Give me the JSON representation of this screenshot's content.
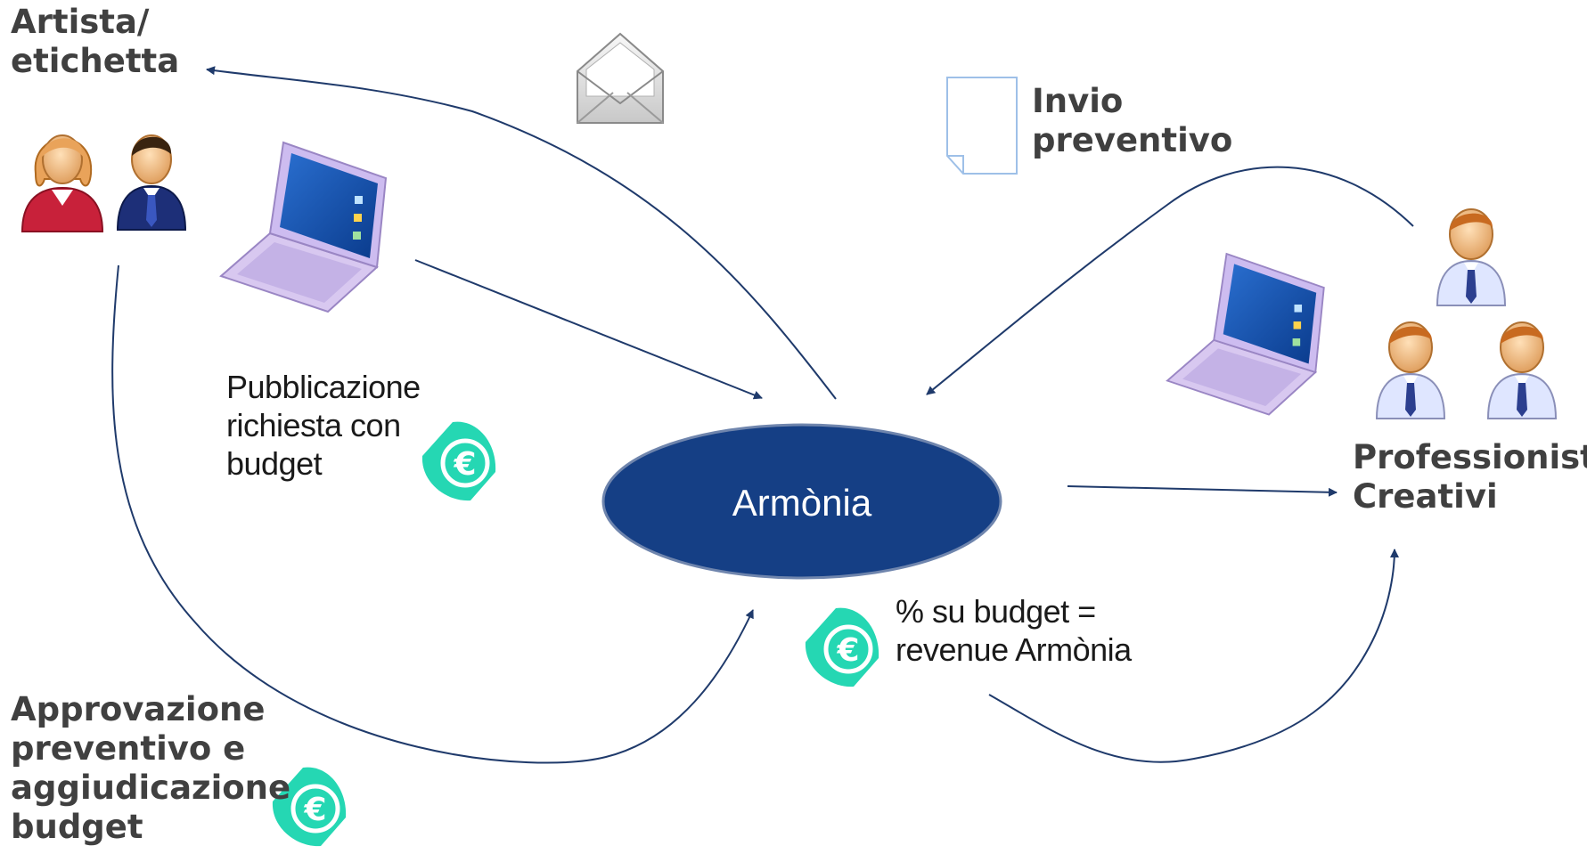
{
  "labels": {
    "artist": "Artista/\netichetta",
    "quote_sent": "Invio\npreventivo",
    "publication": "Pubblicazione\nrichiesta con\nbudget",
    "center": "Armònia",
    "professionals": "Professionisti\nCreativi",
    "revenue": "% su budget =\nrevenue Armònia",
    "approval": "Approvazione\npreventivo e\naggiudicazione\nbudget"
  },
  "colors": {
    "ellipse_fill": "#153f85",
    "arrow": "#1f3a6b",
    "euro_badge": "#25d7b3",
    "text_dark": "#404040"
  },
  "icons": [
    "user-female-icon",
    "user-male-icon",
    "laptop-icon",
    "envelope-icon",
    "document-icon",
    "euro-icon"
  ]
}
